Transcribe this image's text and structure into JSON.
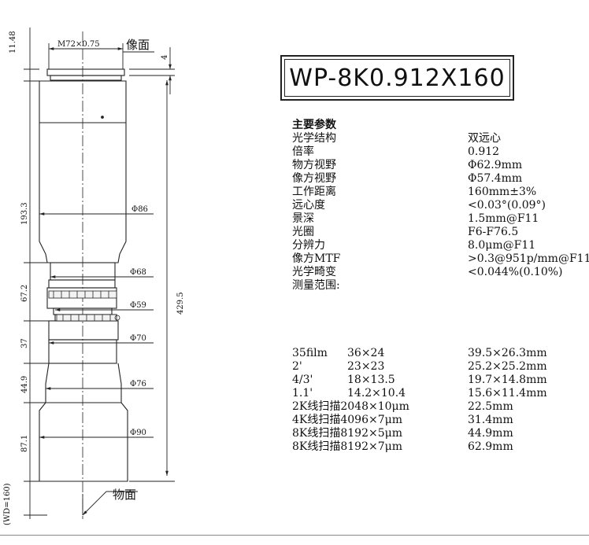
{
  "drawing": {
    "top_dim_label": "M72×0.75",
    "image_side_label": "像面",
    "object_side_label": "物面",
    "left_dims": [
      "11.48",
      "193.3",
      "67.2",
      "37",
      "44.9",
      "87.1",
      "(WD=160)"
    ],
    "right_dim_top": "4",
    "right_dim_total": "429.5",
    "diameters": [
      "Φ86",
      "Φ68",
      "Φ59",
      "Φ70",
      "Φ76",
      "Φ90"
    ]
  },
  "title": "WP-8K0.912X160",
  "params": {
    "heading": "主要参数",
    "rows": [
      {
        "k": "光学结构",
        "v": "双远心"
      },
      {
        "k": "倍率",
        "v": "0.912"
      },
      {
        "k": "物方视野",
        "v": "Φ62.9mm"
      },
      {
        "k": "像方视野",
        "v": "Φ57.4mm"
      },
      {
        "k": "工作距离",
        "v": "160mm±3%"
      },
      {
        "k": "远心度",
        "v": "<0.03°(0.09°)"
      },
      {
        "k": "景深",
        "v": "1.5mm@F11"
      },
      {
        "k": "光圈",
        "v": "F6-F76.5"
      },
      {
        "k": "分辨力",
        "v": "8.0μm@F11"
      },
      {
        "k": "像方MTF",
        "v": ">0.3@951p/mm@F11"
      },
      {
        "k": "光学畸变",
        "v": "<0.044%(0.10%)"
      },
      {
        "k": "测量范围:",
        "v": ""
      }
    ]
  },
  "sizes": [
    {
      "a": "35film",
      "b": "36×24",
      "c": "39.5×26.3mm"
    },
    {
      "a": "2'",
      "b": "23×23",
      "c": "25.2×25.2mm"
    },
    {
      "a": "4/3'",
      "b": "18×13.5",
      "c": "19.7×14.8mm"
    },
    {
      "a": "1.1'",
      "b": "14.2×10.4",
      "c": "15.6×11.4mm"
    },
    {
      "a": "2K线扫描2048×10μm",
      "b": "",
      "c": "22.5mm"
    },
    {
      "a": "4K线扫描4096×7μm",
      "b": "",
      "c": "31.4mm"
    },
    {
      "a": "8K线扫描8192×5μm",
      "b": "",
      "c": "44.9mm"
    },
    {
      "a": "8K线扫描8192×7μm",
      "b": "",
      "c": "62.9mm"
    }
  ]
}
